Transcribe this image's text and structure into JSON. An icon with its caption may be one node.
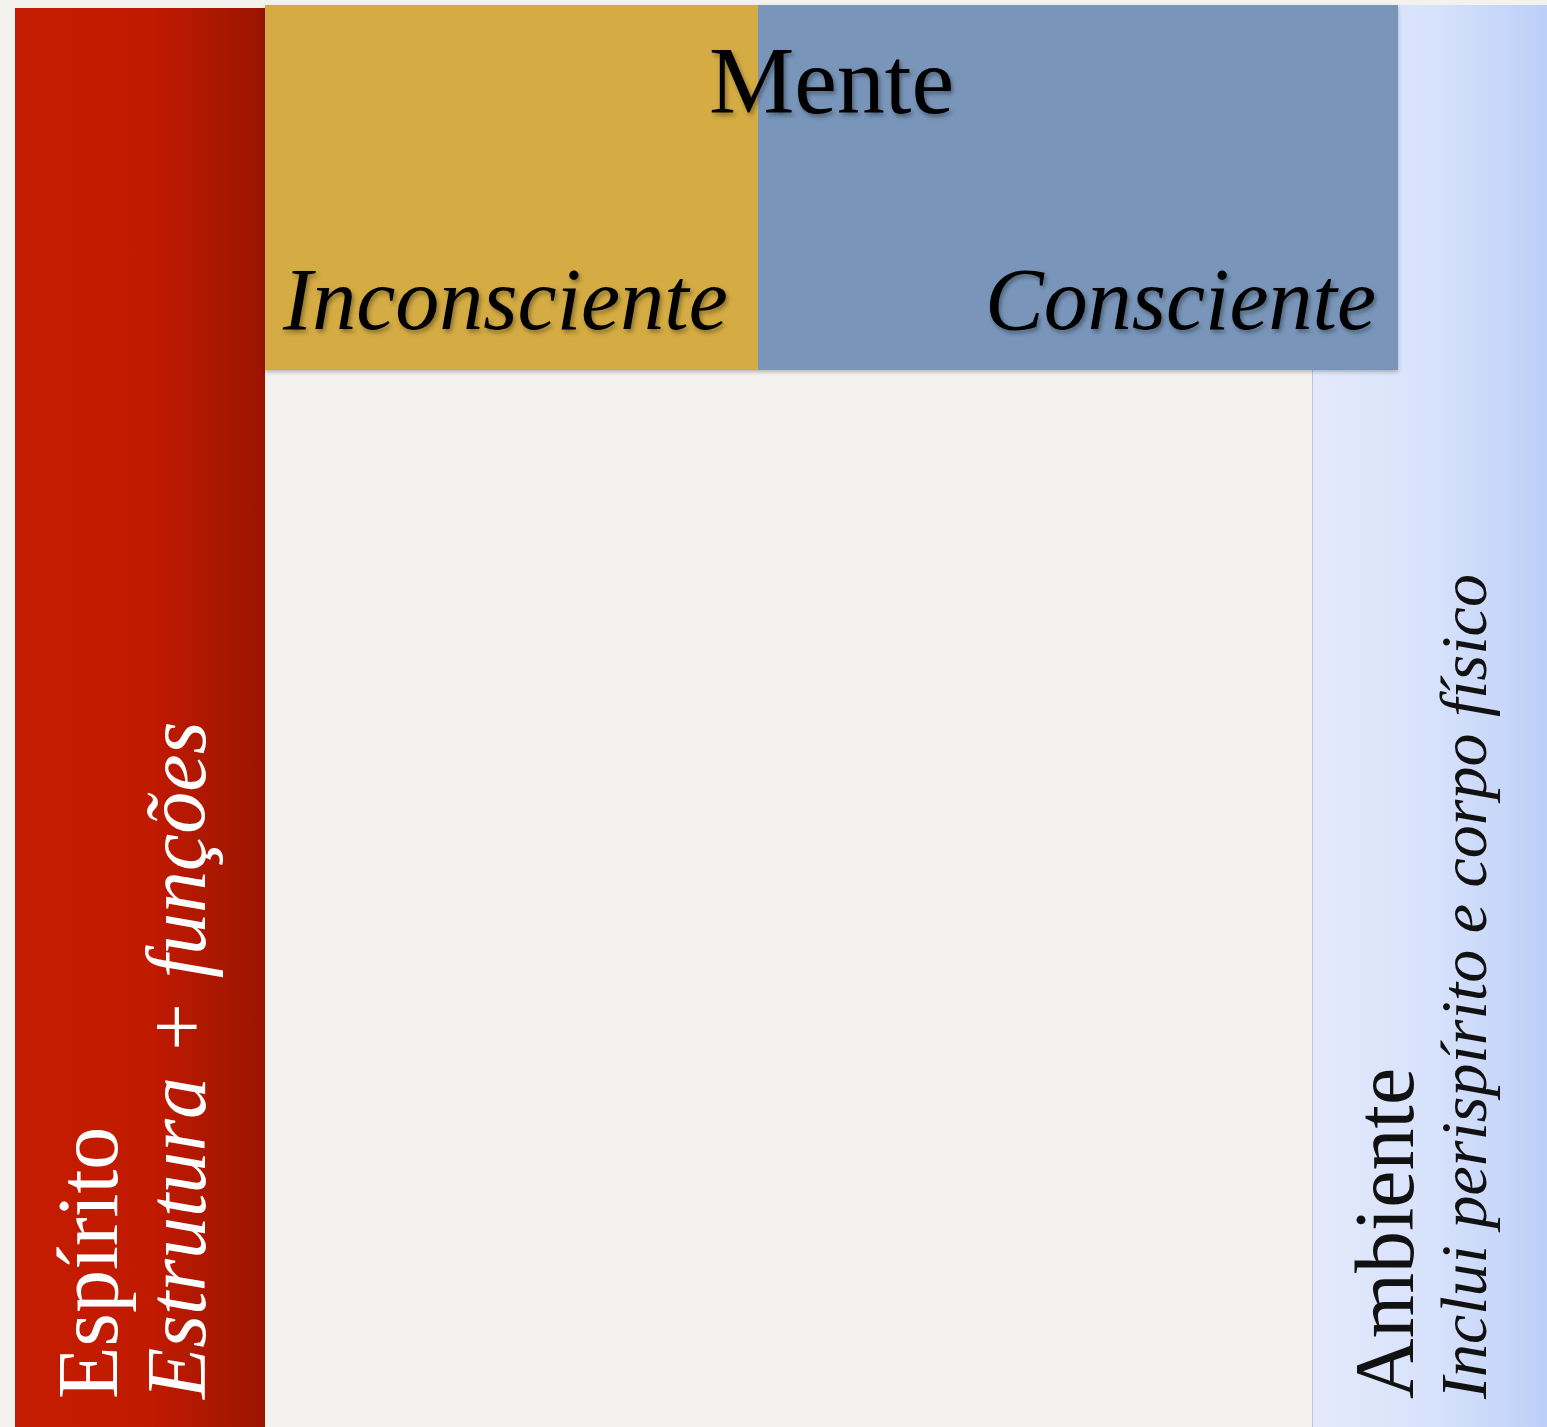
{
  "diagram": {
    "nodes": [
      {
        "text": [
          "Espírito",
          "Estrutura + funções"
        ]
      },
      {
        "text": [
          "Mente"
        ]
      },
      {
        "text": [
          "Inconsciente"
        ],
        "in": 1
      },
      {
        "text": [
          "Consciente"
        ],
        "in": 1
      },
      {
        "text": [
          "Ambiente",
          "Inclui perispírito e corpo físico"
        ]
      }
    ]
  }
}
